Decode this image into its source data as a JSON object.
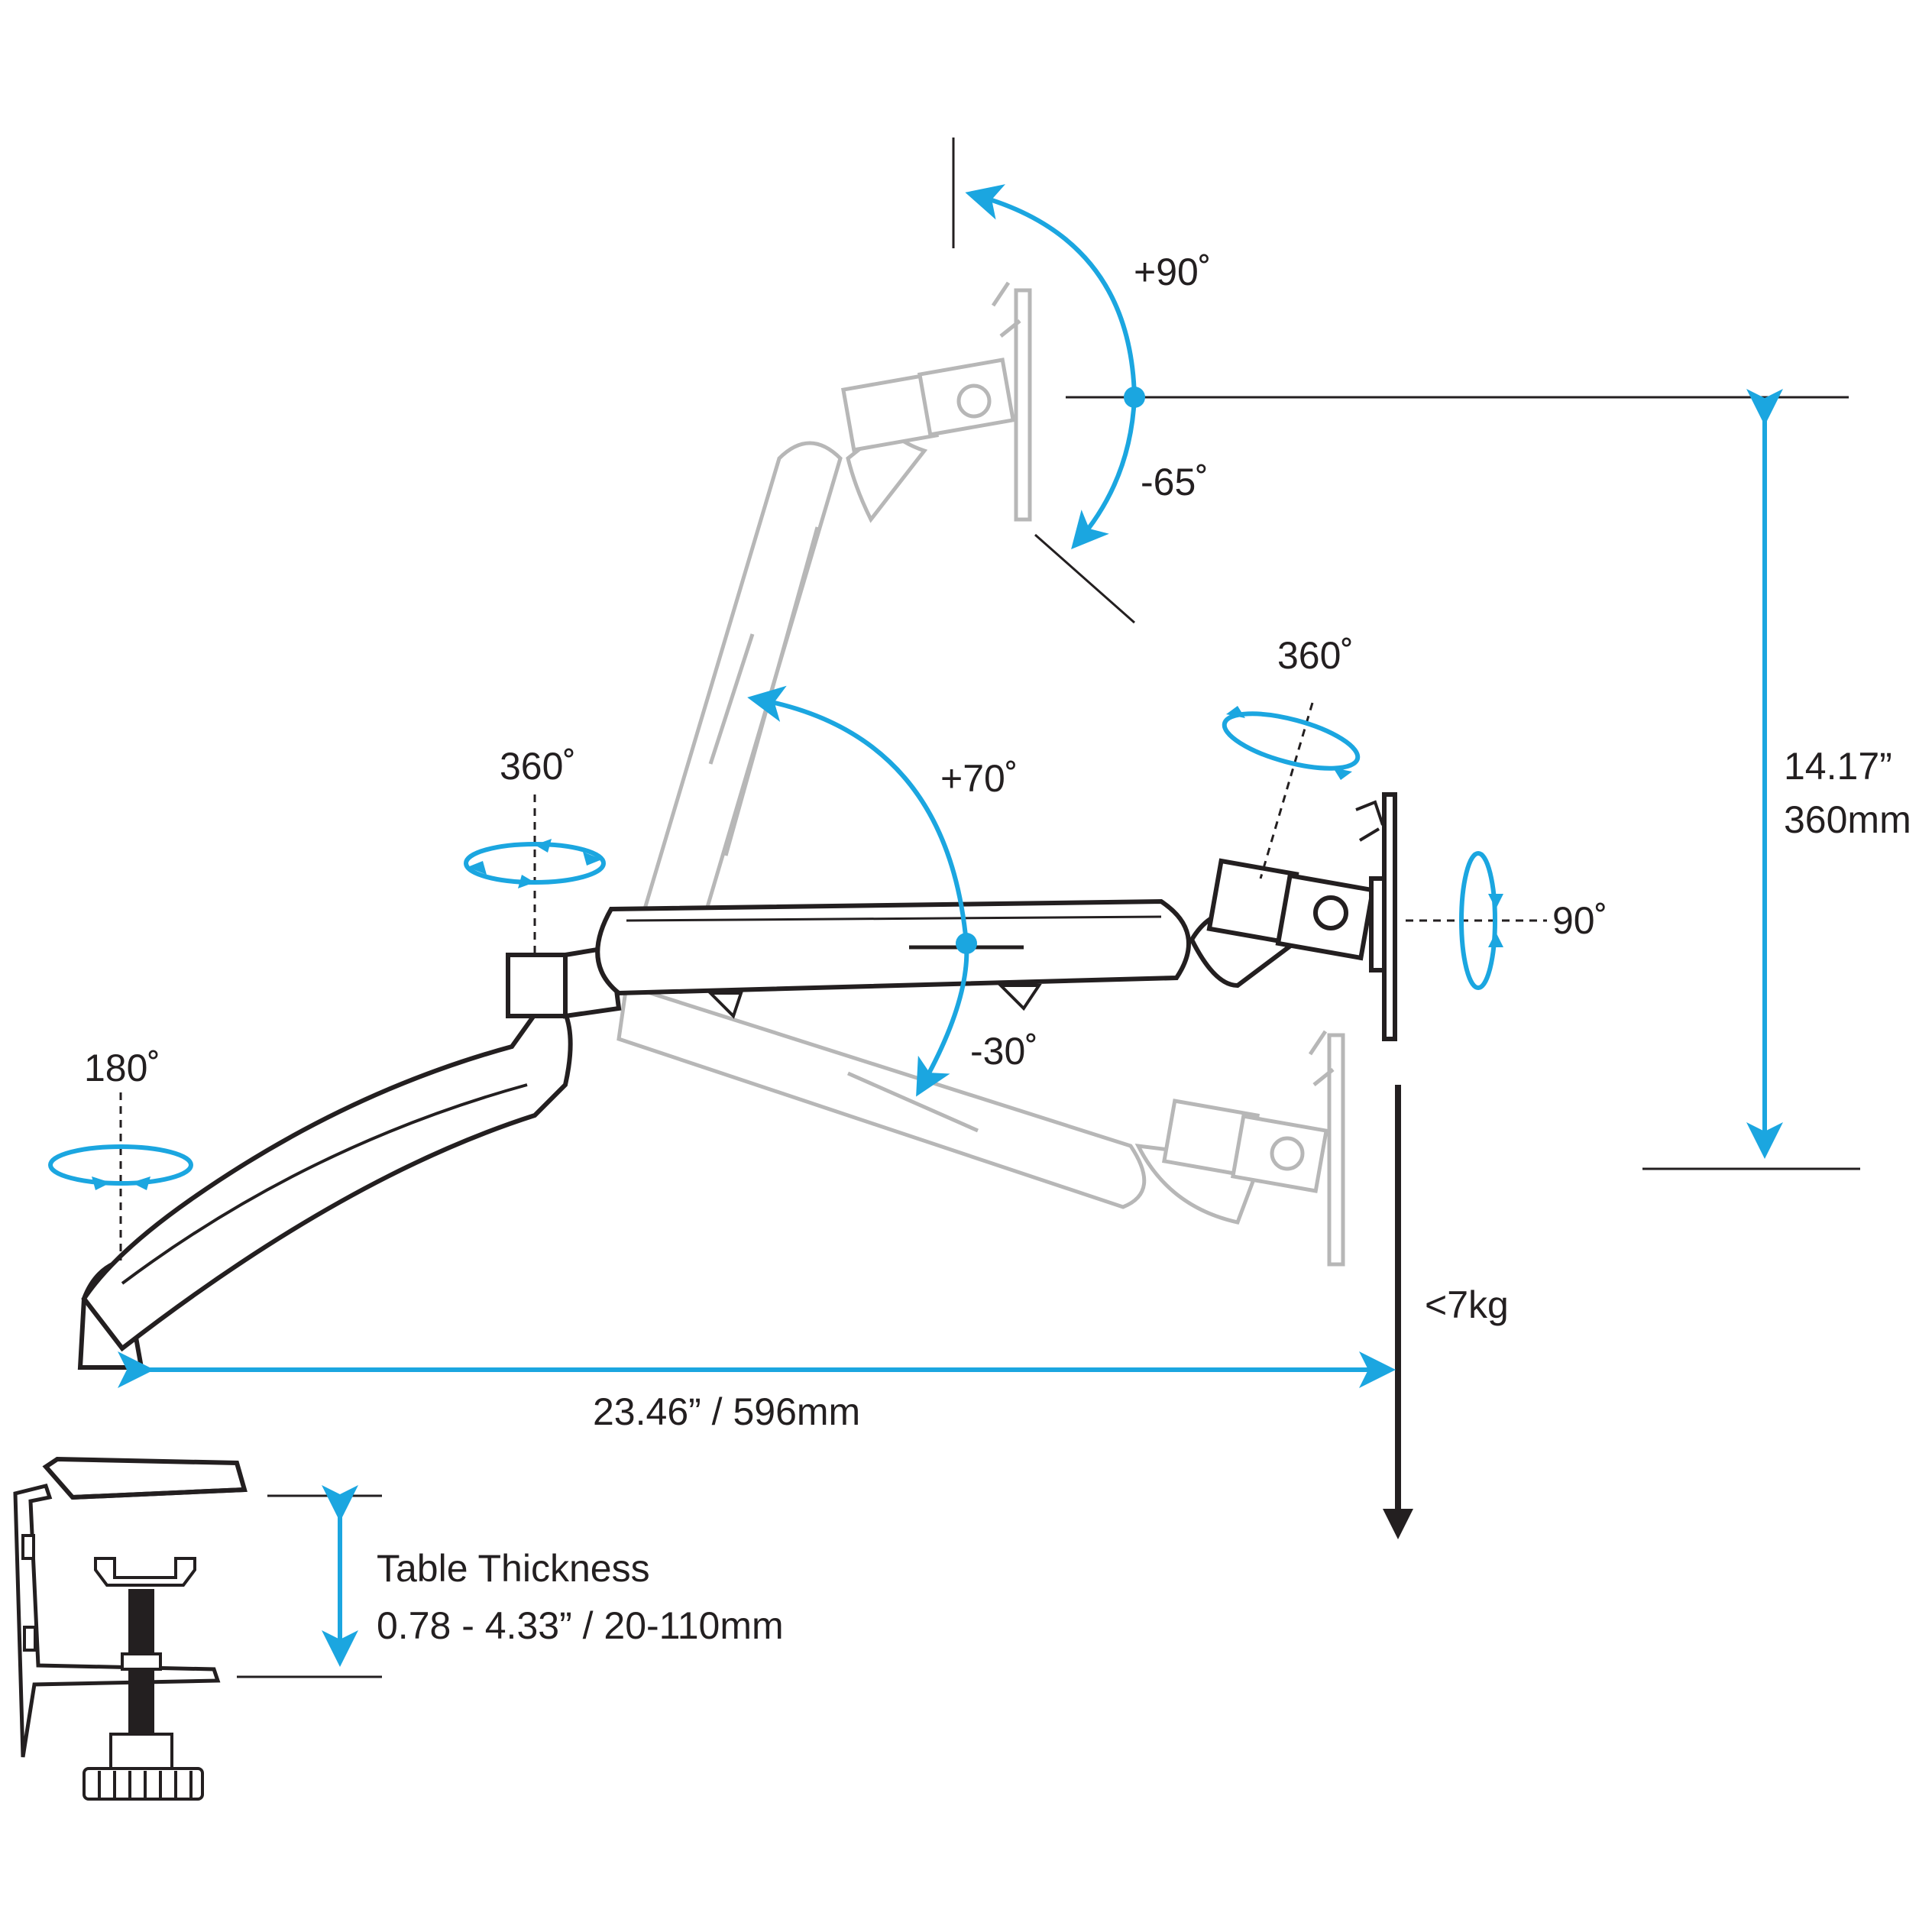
{
  "colors": {
    "accent": "#1ba6e0",
    "line": "#231f20",
    "ghost": "#b7b7b7"
  },
  "labels": {
    "tilt_up": "+90˚",
    "tilt_down": "-65˚",
    "swivel_vesa": "360˚",
    "swivel_elbow": "360˚",
    "arm_up": "+70˚",
    "arm_down": "-30˚",
    "rotate_panel": "90˚",
    "base_swivel": "180˚",
    "height_in": "14.17”",
    "height_mm": "360mm",
    "weight": "<7kg",
    "reach": "23.46” / 596mm",
    "table_title": "Table Thickness",
    "table_range": "0.78 - 4.33” / 20-110mm"
  }
}
